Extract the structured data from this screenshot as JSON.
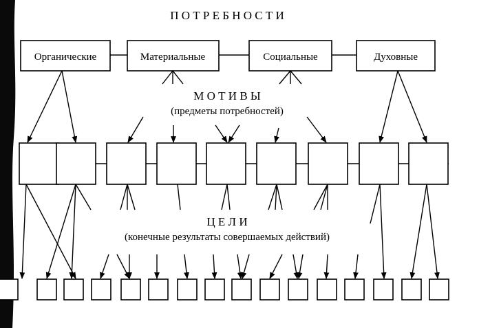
{
  "title": "П О Т Р Е Б Н О С Т И",
  "needs": [
    "Органические",
    "Материальные",
    "Социальные",
    "Духовные"
  ],
  "motives": {
    "heading": "М О Т И В Ы",
    "subheading": "(предметы потребностей)"
  },
  "goals": {
    "heading": "Ц Е Л И",
    "subheading": "(конечные результаты совершаемых действий)"
  },
  "colors": {
    "ink": "#000000",
    "paper": "#ffffff",
    "page_edge": "#0a0a0a"
  }
}
